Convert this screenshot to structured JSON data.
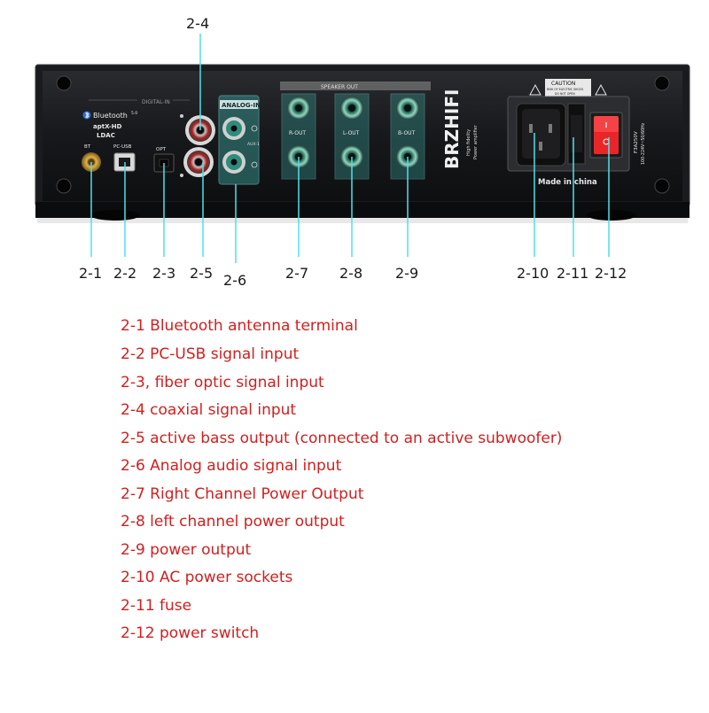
{
  "panel": {
    "digital_in": "DIGITAL-IN",
    "bluetooth": "Bluetooth",
    "bluetooth_version": "5.0",
    "aptx": "aptX-HD",
    "ldac": "LDAC",
    "bt": "BT",
    "pc_usb": "PC-USB",
    "opt": "OPT",
    "analog_in": "ANALOG-IN",
    "aux1": "AUX-1",
    "speaker_out": "SPEAKER OUT",
    "r_out": "R-OUT",
    "l_out": "L-OUT",
    "b_out": "B-OUT",
    "brand": "BRZHIFI",
    "tagline_1": "High fidelity",
    "tagline_2": "Power amplifier",
    "caution": "CAUTION",
    "caution_sub_1": "RISK OF ELECTRIC SHOCK",
    "caution_sub_2": "DO NOT OPEN",
    "fuse_rating": "F3A250V",
    "voltage_rating": "100-224V~50/60Hz",
    "made_in": "Made in china"
  },
  "callouts": [
    "2-1",
    "2-2",
    "2-3",
    "2-4",
    "2-5",
    "2-6",
    "2-7",
    "2-8",
    "2-9",
    "2-10",
    "2-11",
    "2-12"
  ],
  "legend": [
    "2-1 Bluetooth antenna terminal",
    "2-2 PC-USB signal input",
    "2-3, fiber optic signal input",
    "2-4 coaxial signal input",
    "2-5 active bass output (connected to an active subwoofer)",
    "2-6 Analog audio signal input",
    "2-7 Right Channel Power Output",
    "2-8 left channel power output",
    "2-9 power output",
    "2-10 AC power sockets",
    "2-11 fuse",
    "2-12 power switch"
  ],
  "colors": {
    "leader": "#4fe0ea",
    "legend_text": "#d11f1f",
    "chassis": "#1c1d20"
  }
}
